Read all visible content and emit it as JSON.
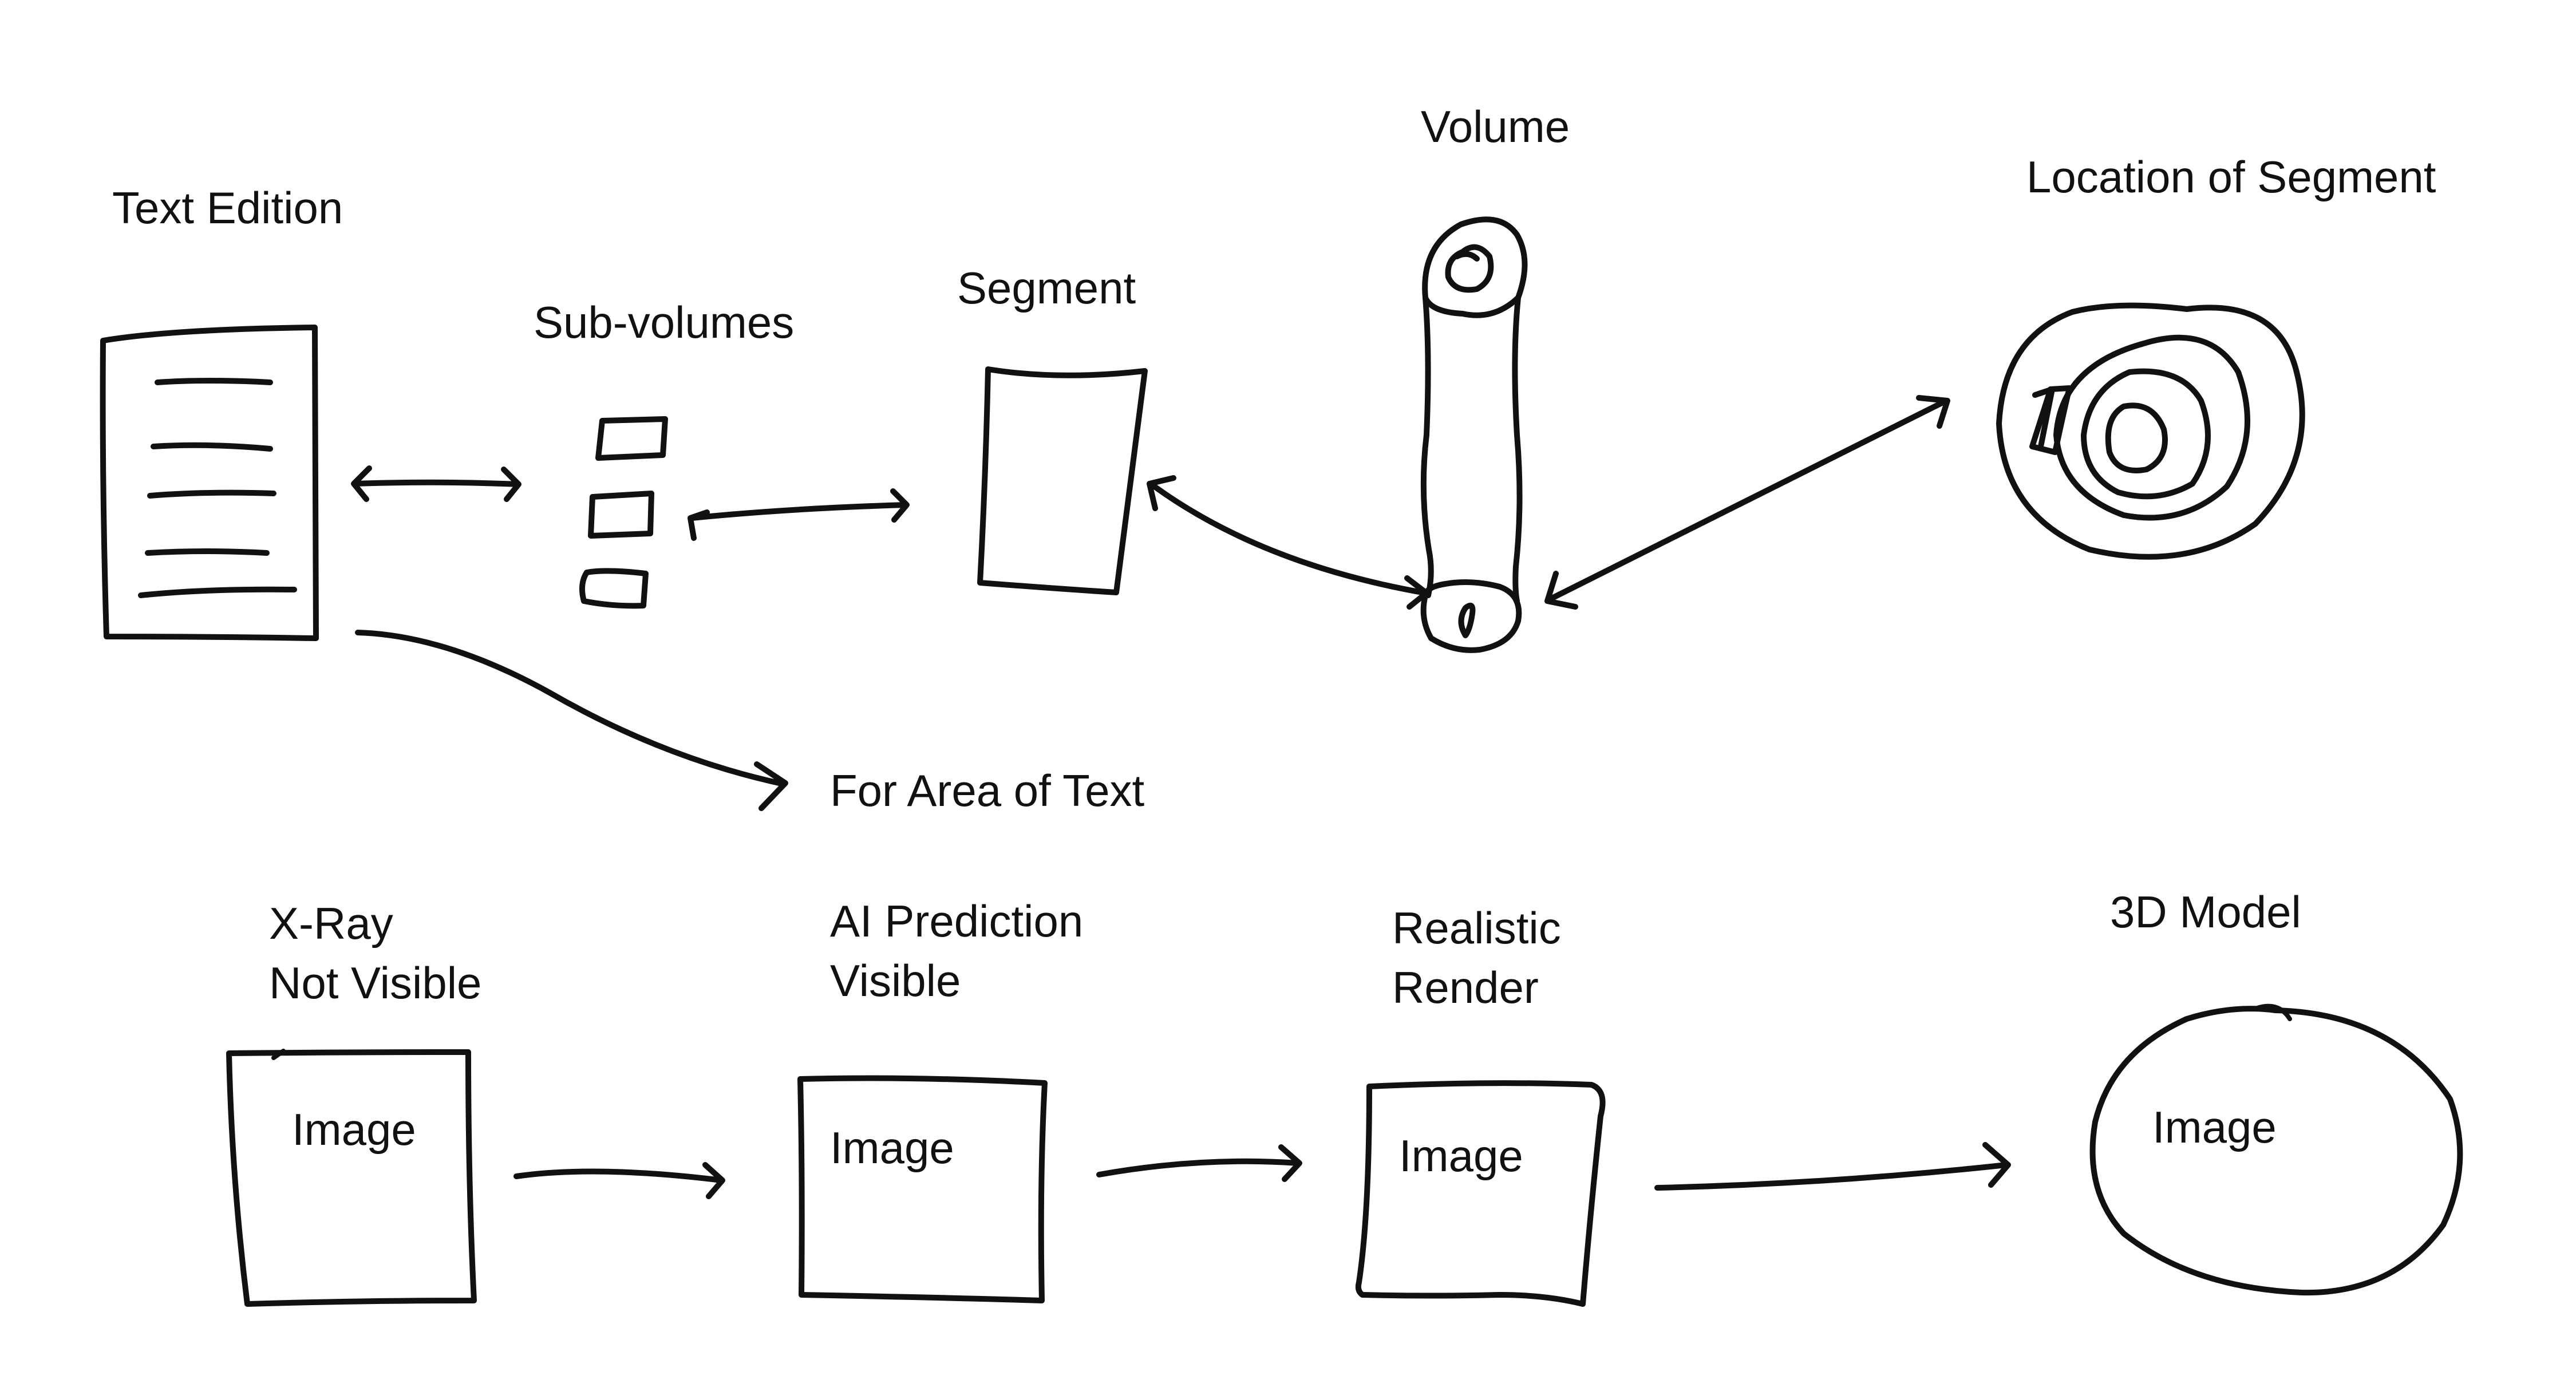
{
  "labels": {
    "text_edition": "Text Edition",
    "sub_volumes": "Sub-volumes",
    "segment": "Segment",
    "volume": "Volume",
    "location_of_segment": "Location of Segment",
    "for_area_of_text": "For Area of Text",
    "xray_line1": "X-Ray",
    "xray_line2": "Not Visible",
    "ai_line1": "AI Prediction",
    "ai_line2": "Visible",
    "realistic_line1": "Realistic",
    "realistic_line2": "Render",
    "model_3d": "3D Model"
  },
  "images": {
    "xray_image": "Image",
    "ai_image": "Image",
    "render_image": "Image",
    "model_image": "Image"
  },
  "colors": {
    "ink": "#111111",
    "background": "#ffffff"
  }
}
